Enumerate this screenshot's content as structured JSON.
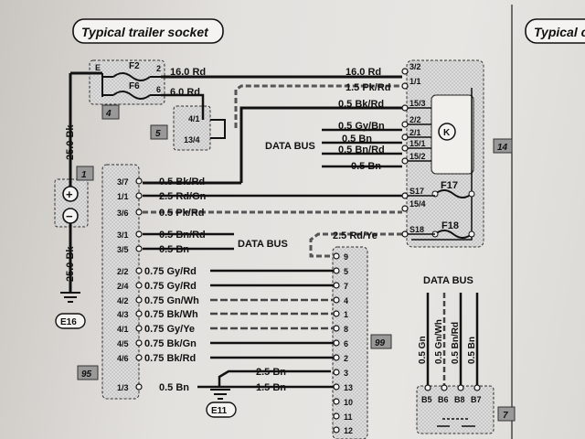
{
  "title": "Typical trailer socket",
  "title_right": "Typical c",
  "components": {
    "fusebox": {
      "number": "4",
      "terminal_e": "E",
      "fuse_top": "F2",
      "fuse_bottom": "F6",
      "pin_top": "2",
      "pin_bottom": "6"
    },
    "relay": {
      "number": "5",
      "pin_a": "4/1",
      "pin_b": "13/4"
    },
    "battery": {
      "number": "1",
      "plus": "+",
      "minus": "−"
    },
    "earth_top": "E16",
    "earth_bottom": "E11",
    "module_left": {
      "number": "95"
    },
    "module_right": {
      "number": "14"
    },
    "socket": {
      "number": "99"
    },
    "connector_right": {
      "number": "7"
    },
    "k_symbol": "K",
    "fuse_f17": "F17",
    "fuse_f18": "F18"
  },
  "wires": {
    "w16_left": "16.0 Rd",
    "w16_right": "16.0 Rd",
    "w6": "6.0 Rd",
    "w15pk": "1.5 Pk/Rd",
    "w05bk_top": "0.5 Bk/Rd",
    "w05gy": "0.5 Gy/Bn",
    "w05bn_a": "0.5 Bn",
    "w05bnrd": "0.5 Bn/Rd",
    "w05bn_b": "0.5 Bn",
    "w25bk_top": "25.0 Bk",
    "w25bk_bottom": "25.0 Bk",
    "data_bus_top": "DATA BUS",
    "data_bus_mid": "DATA BUS",
    "data_bus_right": "DATA BUS"
  },
  "right_pins": [
    "3/2",
    "1/1",
    "15/3",
    "2/2",
    "2/1",
    "15/1",
    "15/2",
    "S17",
    "15/4",
    "S18"
  ],
  "left_rows": [
    {
      "pin": "3/7",
      "label": "0.5 Bk/Rd"
    },
    {
      "pin": "1/1",
      "label": "2.5 Rd/Gn"
    },
    {
      "pin": "3/6",
      "label": "0.5 Pk/Rd"
    },
    {
      "pin": "3/1",
      "label": "0.5 Bn/Rd"
    },
    {
      "pin": "3/5",
      "label": "0.5 Bn"
    },
    {
      "pin": "2/2",
      "label": "0.75 Gy/Rd"
    },
    {
      "pin": "2/4",
      "label": "0.75 Gy/Rd"
    },
    {
      "pin": "4/2",
      "label": "0.75 Gn/Wh"
    },
    {
      "pin": "4/3",
      "label": "0.75 Bk/Wh"
    },
    {
      "pin": "4/1",
      "label": "0.75 Gy/Ye"
    },
    {
      "pin": "4/5",
      "label": "0.75 Bk/Gn"
    },
    {
      "pin": "4/6",
      "label": "0.75 Bk/Rd"
    },
    {
      "pin": "1/3",
      "label": "0.5 Bn"
    }
  ],
  "s18_wire": "2.5 Rd/Ye",
  "earth_wires": [
    "2.5 Bn",
    "1.5 Bn"
  ],
  "socket_pins": [
    "9",
    "5",
    "7",
    "4",
    "1",
    "8",
    "6",
    "2",
    "3",
    "13",
    "10",
    "11",
    "12"
  ],
  "connector_wires": [
    "0.5 Gn",
    "0.5 Gn/Wh",
    "0.5 Bn/Rd",
    "0.5 Bn"
  ],
  "connector_pins": [
    "B5",
    "B6",
    "B8",
    "B7"
  ]
}
